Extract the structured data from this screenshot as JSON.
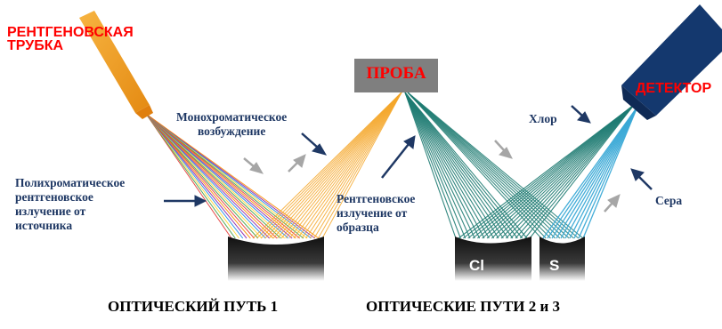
{
  "tube": {
    "label_line1": "РЕНТГЕНОВСКАЯ",
    "label_line2": "ТРУБКА"
  },
  "detector": {
    "label": "ДЕТЕКТОР"
  },
  "sample": {
    "label": "ПРОБА"
  },
  "mono": {
    "line1": "Монохроматическое",
    "line2": "возбуждение"
  },
  "poly": {
    "line1": "Полихроматическое",
    "line2": "рентгеновское",
    "line3": "излучение от",
    "line4": "источника"
  },
  "xray_sample": {
    "line1": "Рентгеновское",
    "line2": "излучение от",
    "line3": "образца"
  },
  "chlorine": {
    "label": "Хлор"
  },
  "sulfur": {
    "label": "Сера"
  },
  "crystals": {
    "cl": "Cl",
    "s": "S"
  },
  "footer": {
    "path1": "ОПТИЧЕСКИЙ ПУТЬ 1",
    "path23": "ОПТИЧЕСКИЕ ПУТИ 2 и 3"
  },
  "colors": {
    "tube": "#f39c1f",
    "sample_box": "#7f7f7f",
    "detector": "#14386e",
    "navy": "#1f3864",
    "label_red": "#ff0000",
    "mono_beam": "#f4a72a",
    "chlorine_beam": "#1e7b72",
    "sulfur_beam": "#3aa9d6",
    "poly_beam": [
      "#e53935",
      "#43a047",
      "#fdd835",
      "#1e88e5",
      "#8e24aa",
      "#fb8c00"
    ]
  }
}
